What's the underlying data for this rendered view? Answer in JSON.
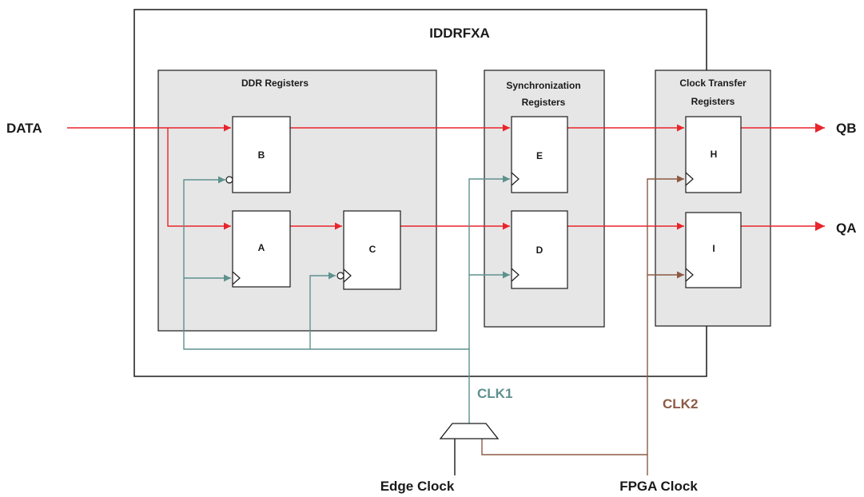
{
  "title": "IDDRFXA",
  "groups": {
    "ddr": "DDR Registers",
    "sync_line1": "Synchronization",
    "sync_line2": "Registers",
    "xfer_line1": "Clock Transfer",
    "xfer_line2": "Registers"
  },
  "registers": {
    "a": "A",
    "b": "B",
    "c": "C",
    "d": "D",
    "e": "E",
    "h": "H",
    "i": "I"
  },
  "ports": {
    "data": "DATA",
    "qb": "QB",
    "qa": "QA",
    "edge_clock": "Edge Clock",
    "fpga_clock": "FPGA Clock"
  },
  "clocks": {
    "clk1": "CLK1",
    "clk2": "CLK2"
  },
  "colors": {
    "data_path": "#e8252b",
    "clk1": "#5e918d",
    "clk2": "#8c5a44",
    "group_fill": "#e6e6e6"
  }
}
